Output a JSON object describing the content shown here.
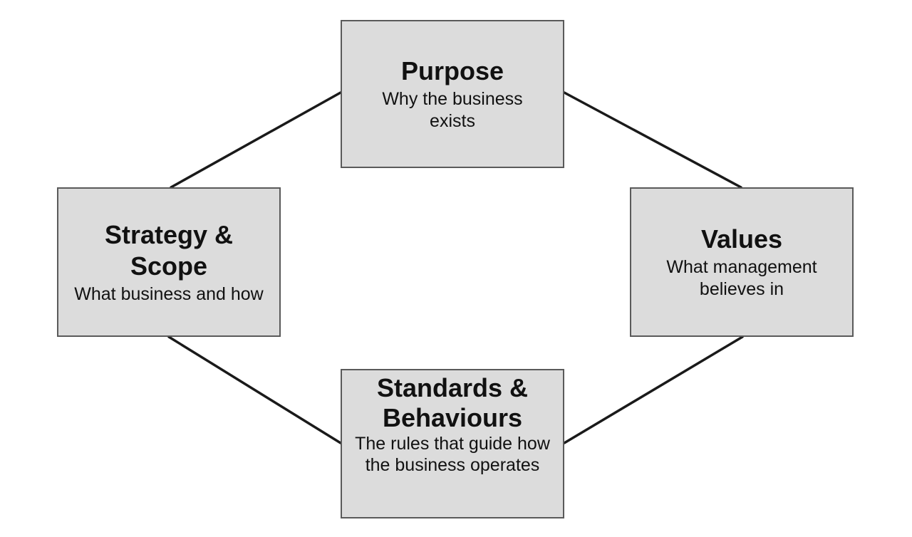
{
  "nodes": {
    "purpose": {
      "title": "Purpose",
      "description": "Why the business exists"
    },
    "strategy": {
      "title": "Strategy & Scope",
      "description": "What business and how"
    },
    "values": {
      "title": "Values",
      "description": "What management believes in"
    },
    "standards": {
      "title": "Standards & Behaviours",
      "description": "The rules that guide how the business operates"
    }
  },
  "colors": {
    "box_fill": "#dcdcdc",
    "box_border": "#5a5a5a",
    "connector": "#1a1a1a",
    "background": "#ffffff"
  }
}
